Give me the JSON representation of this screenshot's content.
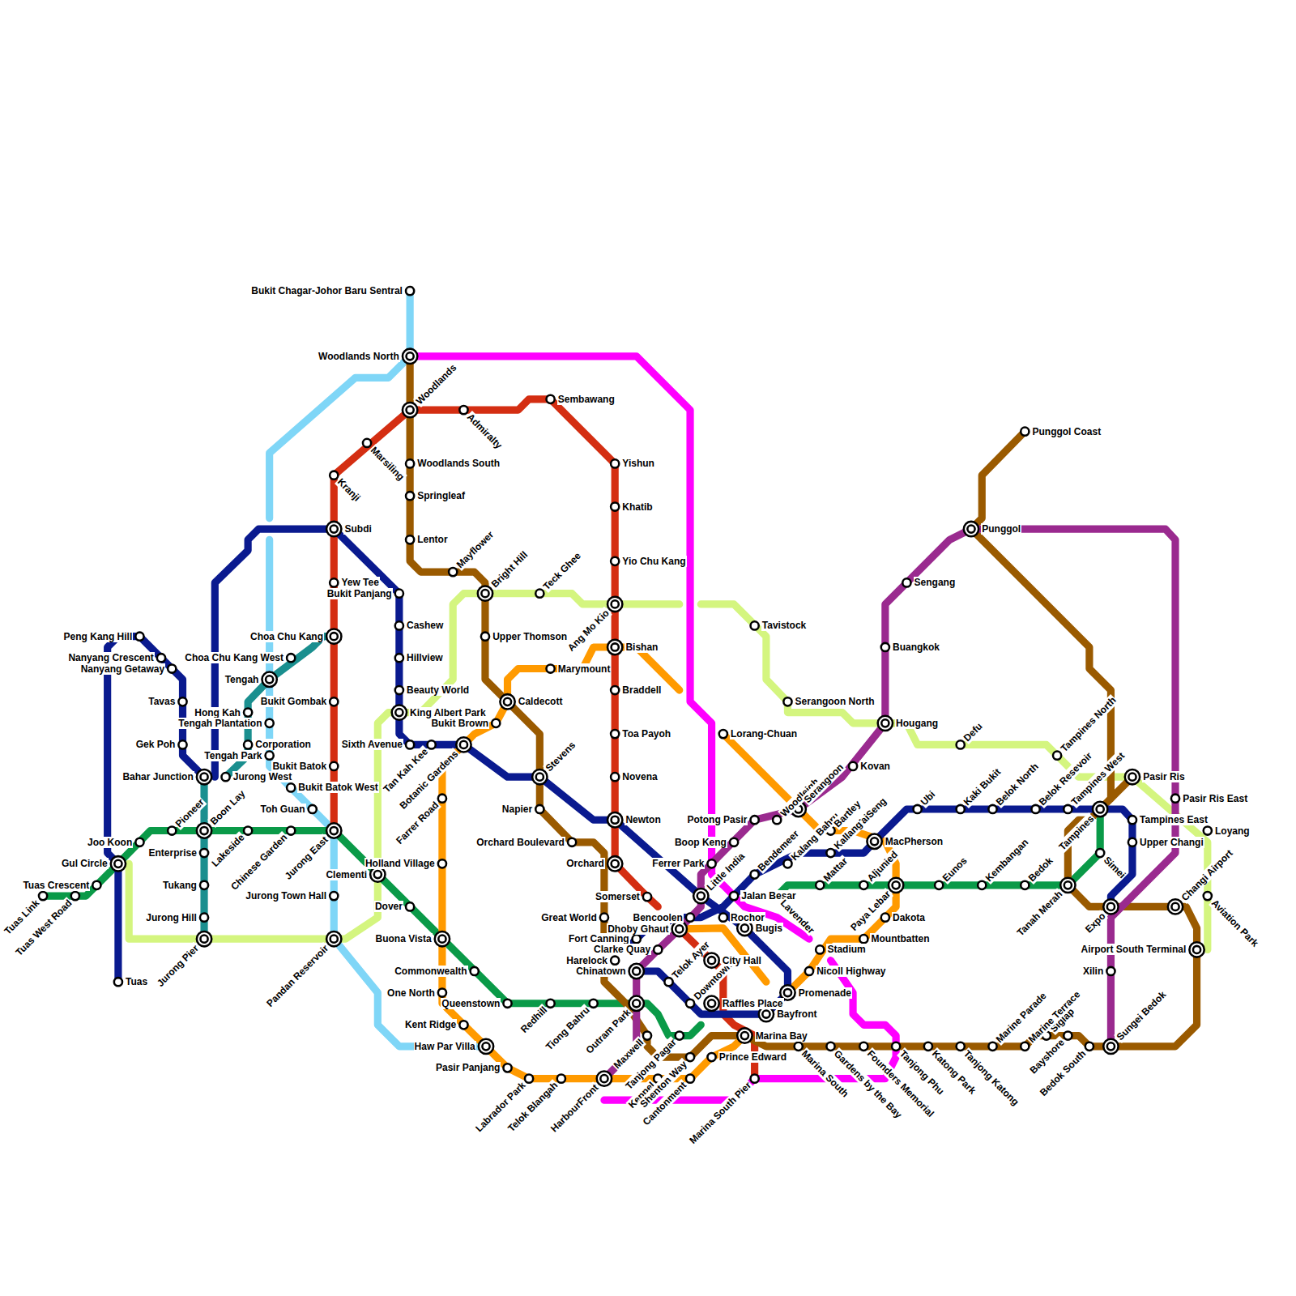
{
  "diagram": {
    "labels": [
      "Bukit Chagar-Johor Baru Sentral",
      "Woodlands North",
      "Woodlands",
      "Admiralty",
      "Sembawang",
      "Marsiling",
      "Kranji",
      "Woodlands South",
      "Springleaf",
      "Lentor",
      "Mayflower",
      "Bright Hill",
      "Teck Ghee",
      "Upper Thomson",
      "Caldecott",
      "Marymount",
      "Yishun",
      "Khatib",
      "Yio Chu Kang",
      "Ang Mo Kio",
      "Bishan",
      "Braddell",
      "Toa Payoh",
      "Novena",
      "Newton",
      "Orchard",
      "Somerset",
      "Great World",
      "Fort Canning",
      "Dhoby Ghaut",
      "Bencoolen",
      "Clarke Quay",
      "Harelock",
      "Chinatown",
      "Outram Park",
      "Maxwell",
      "Tanjong Pagar",
      "HarbourFront",
      "Telok Blangah",
      "Labrador Park",
      "Pasir Panjang",
      "Haw Par Villa",
      "Kent Ridge",
      "One North",
      "Queenstown",
      "Commonwealth",
      "Buona Vista",
      "Dover",
      "Holland Village",
      "Farrer Road",
      "Botanic Gardens",
      "Tan Kah Kee",
      "Sixth Avenue",
      "Bukit Brown",
      "King Albert Park",
      "Beauty World",
      "Hillview",
      "Cashew",
      "Bukit Panjang",
      "Stevens",
      "Napier",
      "Orchard Boulevard",
      "Redhill",
      "Tiong Bahru",
      "Keppel",
      "Shenton Way",
      "Cantonment",
      "Prince Edward",
      "Marina South Pier",
      "Telok Ayer",
      "Downtown",
      "Raffles Place",
      "City Hall",
      "Bugis",
      "Rochor",
      "Jalan Besar",
      "Lavender",
      "Little India",
      "Ferrer Park",
      "Boop Keng",
      "Potong Pasir",
      "Woodleigh",
      "Serangoon",
      "Bendemeer",
      "Kalang Bahru",
      "Bartley",
      "TaiSeng",
      "Mattar",
      "Kallang",
      "MacPherson",
      "Ubi",
      "Kaki Bukit",
      "Belok North",
      "Belok Resevoir",
      "Tampines West",
      "Tampines",
      "Tampines East",
      "Upper Changi",
      "Aljunied",
      "Paya Lebar",
      "Eunos",
      "Kembangan",
      "Bedok",
      "Tanah Merah",
      "Simei",
      "Expo",
      "Changi Airport",
      "Xilin",
      "Airport South Terminal",
      "Sungei Bedok",
      "Bedok South",
      "Bayshore",
      "Siglap",
      "Marine Terrace",
      "Marine Parade",
      "Tanjong Katong",
      "Katong Park",
      "Tanjong Phu",
      "Founders Memorial",
      "Gardens by the Bay",
      "Marina South",
      "Marina Bay",
      "Bayfront",
      "Promenade",
      "Nicoll Highway",
      "Stadium",
      "Mountbatten",
      "Dakota",
      "Lorang-Chuan",
      "Tavistock",
      "Serangoon North",
      "Hougang",
      "Kovan",
      "Buangkok",
      "Sengang",
      "Punggol",
      "Punggol Coast",
      "Defu",
      "Tampines North",
      "Pasir Ris",
      "Pasir Ris East",
      "Loyang",
      "Aviation Park",
      "Peng Kang Hill",
      "Nanyang Crescent",
      "Choa Chu Kang West",
      "Nanyang Getaway",
      "Tavas",
      "Gek Poh",
      "Bahar Junction",
      "Jurong West",
      "Tengah",
      "Hong Kah",
      "Tengah Plantation",
      "Corporation",
      "Tengah Park",
      "Bukit Gombak",
      "Bukit Batok",
      "Bukit Batok West",
      "Toh Guan",
      "Choa Chu Kang",
      "Yew Tee",
      "Subdi",
      "Jurong East",
      "Clementi",
      "Jurong Town Hall",
      "Pandan Reservoir",
      "Chinese Garden",
      "Lakeside",
      "Boon Lay",
      "Pioneer",
      "Joo Koon",
      "Gul Circle",
      "Tuas Crescent",
      "Tuas West Road",
      "Tuas Link",
      "Tuas",
      "Enterprise",
      "Tukang",
      "Jurong Hill",
      "Jurong Pier"
    ]
  }
}
